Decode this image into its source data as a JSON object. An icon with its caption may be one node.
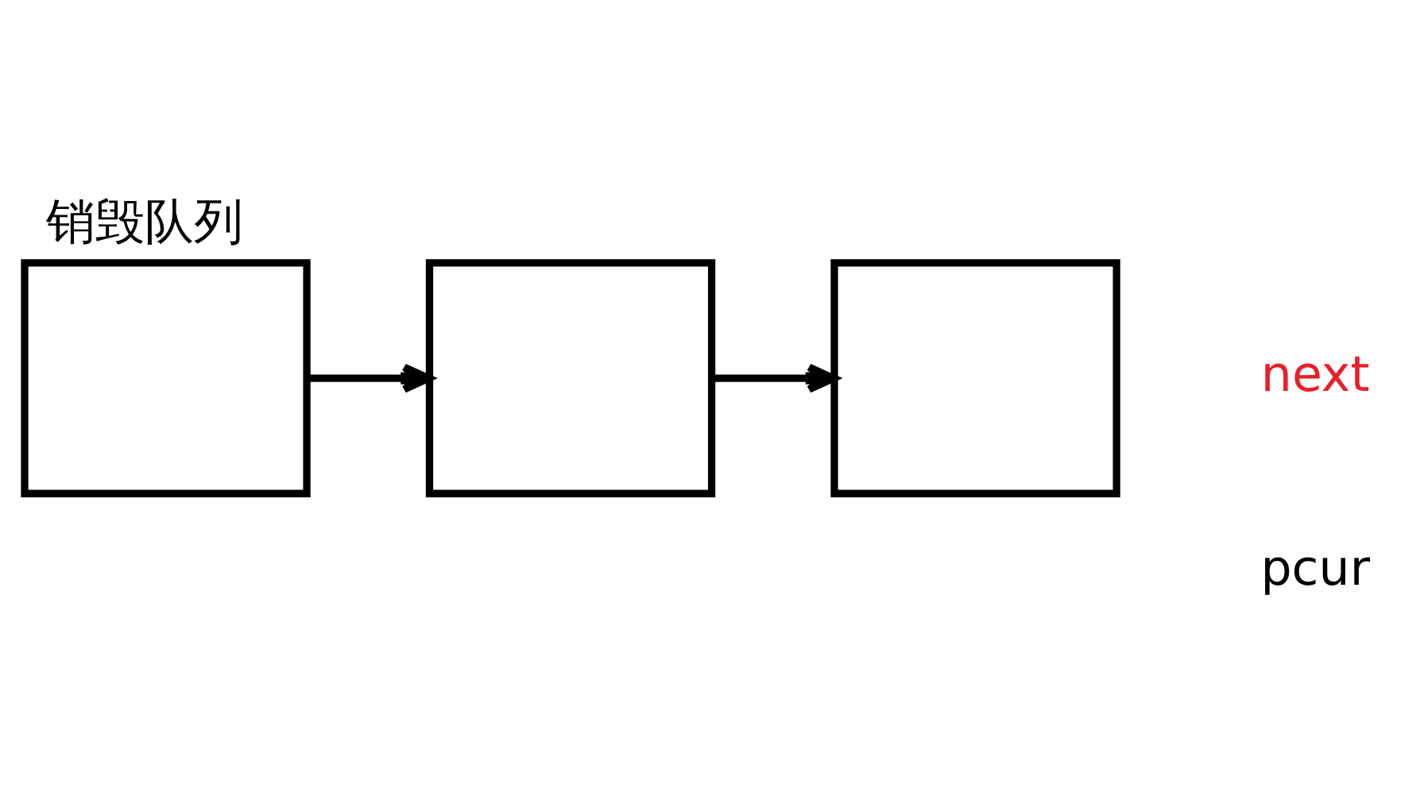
{
  "diagram": {
    "title": "销毁队列",
    "nodes": [
      {
        "text": [],
        "shape": "box"
      },
      {
        "text": [],
        "shape": "box"
      },
      {
        "text": [],
        "shape": "box"
      }
    ],
    "edges": [
      {
        "from": 0,
        "to": 1,
        "arrow": "to"
      },
      {
        "from": 1,
        "to": 2,
        "arrow": "to"
      }
    ],
    "labels": [
      "next",
      "pcur"
    ]
  }
}
